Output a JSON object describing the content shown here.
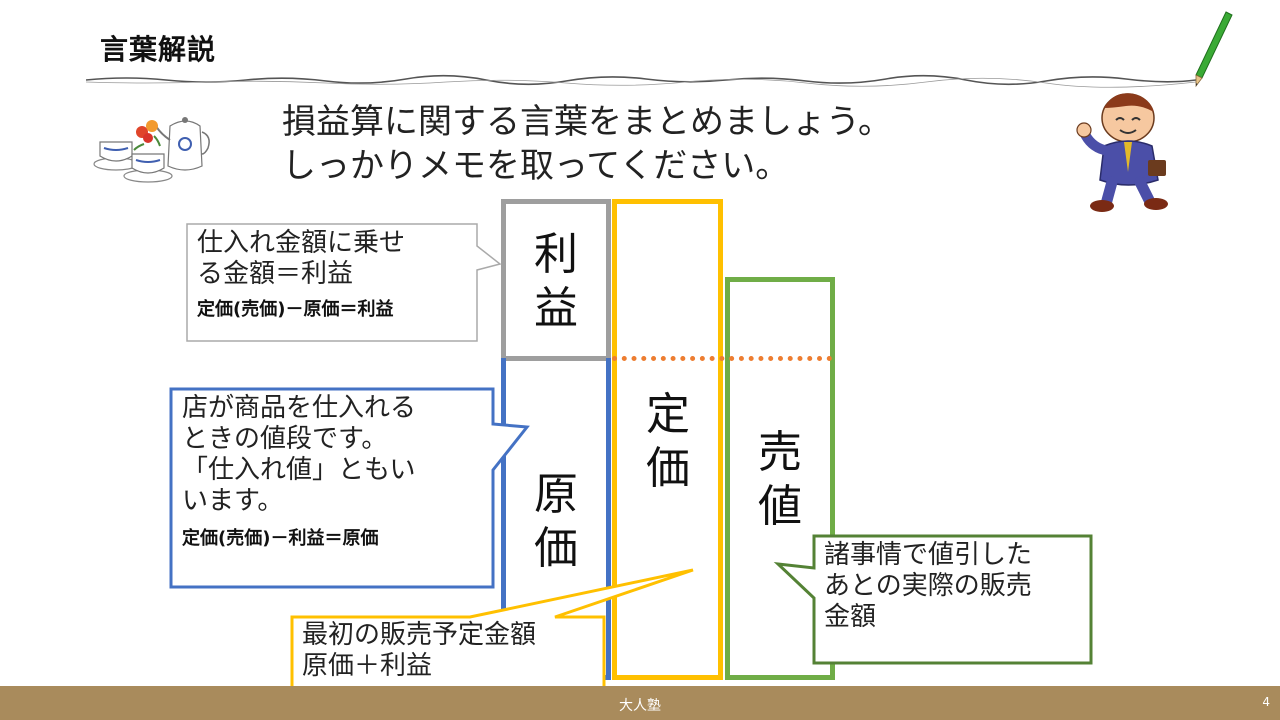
{
  "header": {
    "title": "言葉解説"
  },
  "intro": {
    "line1": "損益算に関する言葉をまとめましょう。",
    "line2": "しっかりメモを取ってください。"
  },
  "columns": {
    "profit": {
      "label_line1": "利",
      "label_line2": "益"
    },
    "cost": {
      "label_line1": "原",
      "label_line2": "価"
    },
    "list_price": {
      "label_line1": "定",
      "label_line2": "価"
    },
    "selling_price": {
      "label_line1": "売",
      "label_line2": "値"
    }
  },
  "callouts": {
    "profit": {
      "line1": "仕入れ金額に乗せ",
      "line2": "る金額＝利益",
      "formula": "定価(売価)－原価＝利益"
    },
    "cost": {
      "line1": "店が商品を仕入れる",
      "line2": "ときの値段です。",
      "line3": "「仕入れ値」ともい",
      "line4": "います。",
      "formula": "定価(売価)－利益＝原価"
    },
    "list_price": {
      "line1": "最初の販売予定金額",
      "line2": "原価＋利益"
    },
    "selling_price": {
      "line1": "諸事情で値引した",
      "line2": "あとの実際の販売",
      "line3": "金額"
    }
  },
  "footer": {
    "center": "大人塾",
    "page": "4"
  },
  "colors": {
    "profit_border": "#9e9e9e",
    "cost_border": "#4472c4",
    "list_price_border": "#ffc000",
    "selling_price_border": "#70ad47",
    "dotted_line": "#ed7d31",
    "footer_bg": "#a98b5c"
  },
  "icons": [
    "pencil-icon",
    "tea-set-icon",
    "businessman-icon"
  ]
}
